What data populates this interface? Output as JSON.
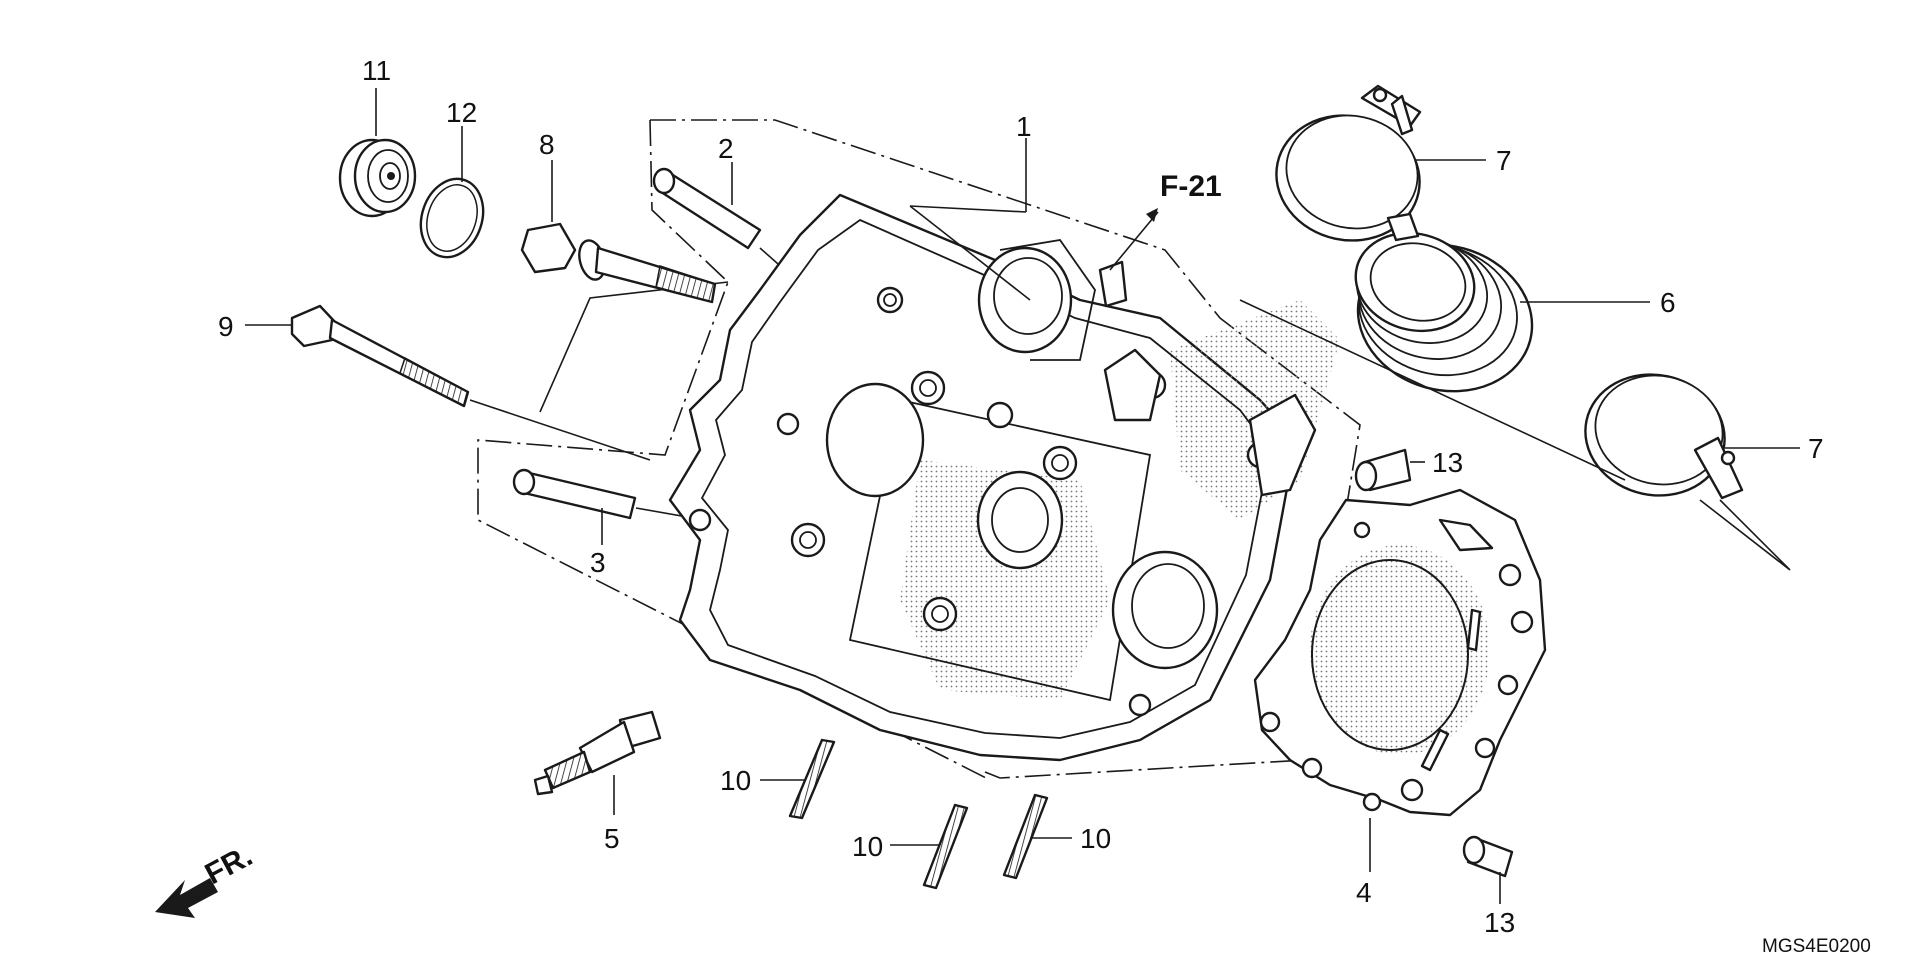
{
  "diagram": {
    "reference": "F-21",
    "direction_marker": "FR.",
    "diagram_code": "MGS4E0200",
    "callouts": {
      "c1": "1",
      "c2": "2",
      "c3": "3",
      "c4": "4",
      "c5": "5",
      "c6": "6",
      "c7a": "7",
      "c7b": "7",
      "c8": "8",
      "c9": "9",
      "c10a": "10",
      "c10b": "10",
      "c10c": "10",
      "c11": "11",
      "c12": "12",
      "c13a": "13",
      "c13b": "13"
    }
  }
}
